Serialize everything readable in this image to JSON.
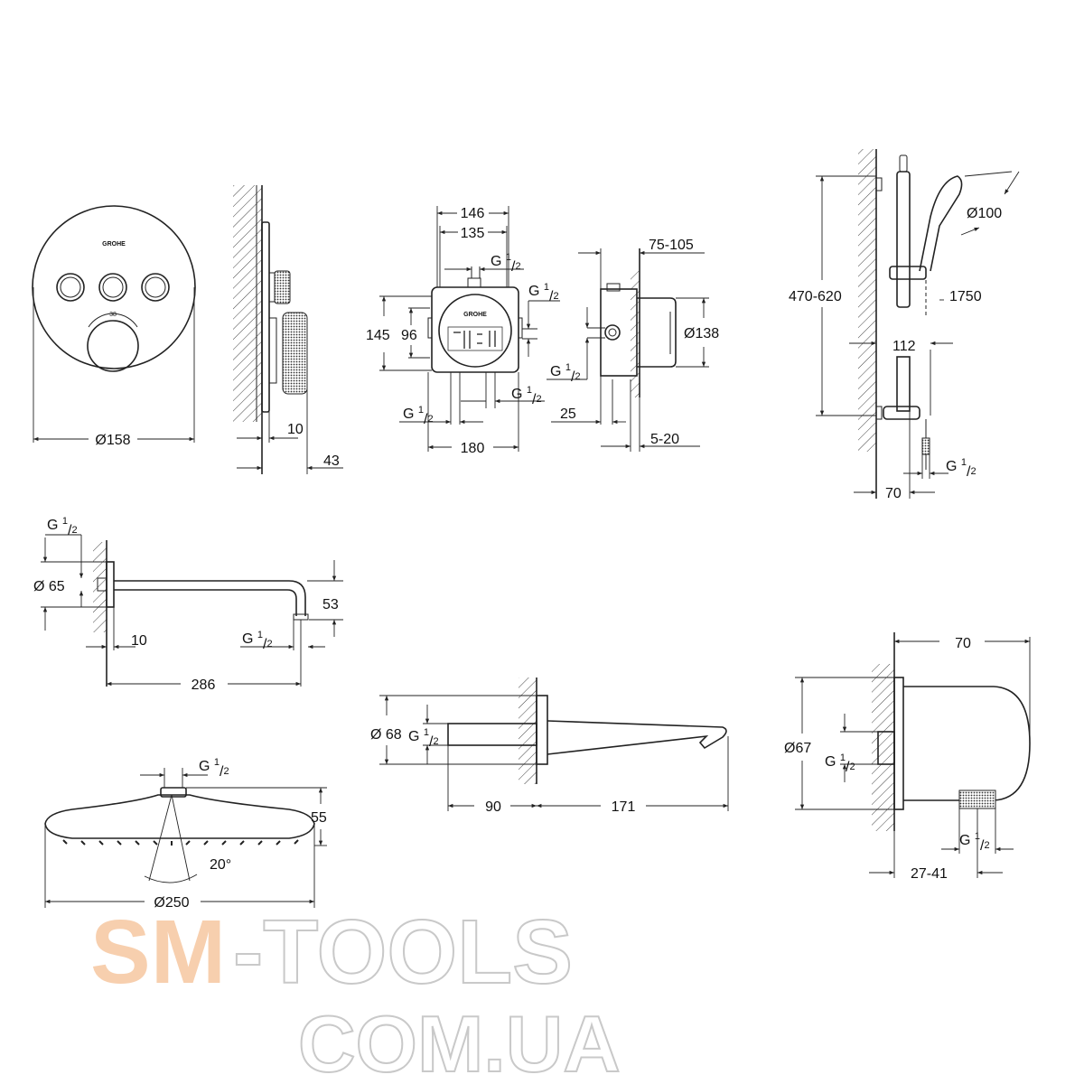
{
  "mixer": {
    "brand": "GROHE",
    "scale_mark": "38",
    "diameter": "Ø158",
    "depth_plate": "10",
    "depth_total": "43"
  },
  "box": {
    "width_outer": "146",
    "width_inner": "135",
    "top_thread": "G 1/2",
    "side_thread": "G 1/2",
    "height": "145",
    "height_inner": "96",
    "bottom_thread_right": "G 1/2",
    "bottom_thread_left": "G 1/2",
    "width_total": "180",
    "brand": "GROHE"
  },
  "box_side": {
    "depth": "75-105",
    "diameter": "Ø138",
    "thread": "G 1/2",
    "offset": "25",
    "plaster": "5-20"
  },
  "rail": {
    "head_diameter": "Ø100",
    "height_range": "470-620",
    "hose_length": "1750",
    "holder_offset": "112",
    "thread": "G 1/2",
    "wall_offset": "70"
  },
  "arm": {
    "thread_top": "G 1/2",
    "flange_diameter": "Ø 65",
    "drop": "53",
    "flange_depth": "10",
    "thread_end": "G 1/2",
    "length": "286"
  },
  "head": {
    "thread": "G 1/2",
    "height": "55",
    "angle": "20°",
    "diameter": "Ø250"
  },
  "spout": {
    "flange_diameter": "Ø 68",
    "thread": "G 1/2",
    "inset": "90",
    "length": "171"
  },
  "elbow": {
    "length": "70",
    "diameter": "Ø67",
    "thread_in": "G 1/2",
    "thread_out": "G 1/2",
    "adjust": "27-41"
  },
  "watermark": {
    "line1_accent": "SM",
    "line1_rest": "-TOOLS",
    "line2": "COM.UA"
  }
}
